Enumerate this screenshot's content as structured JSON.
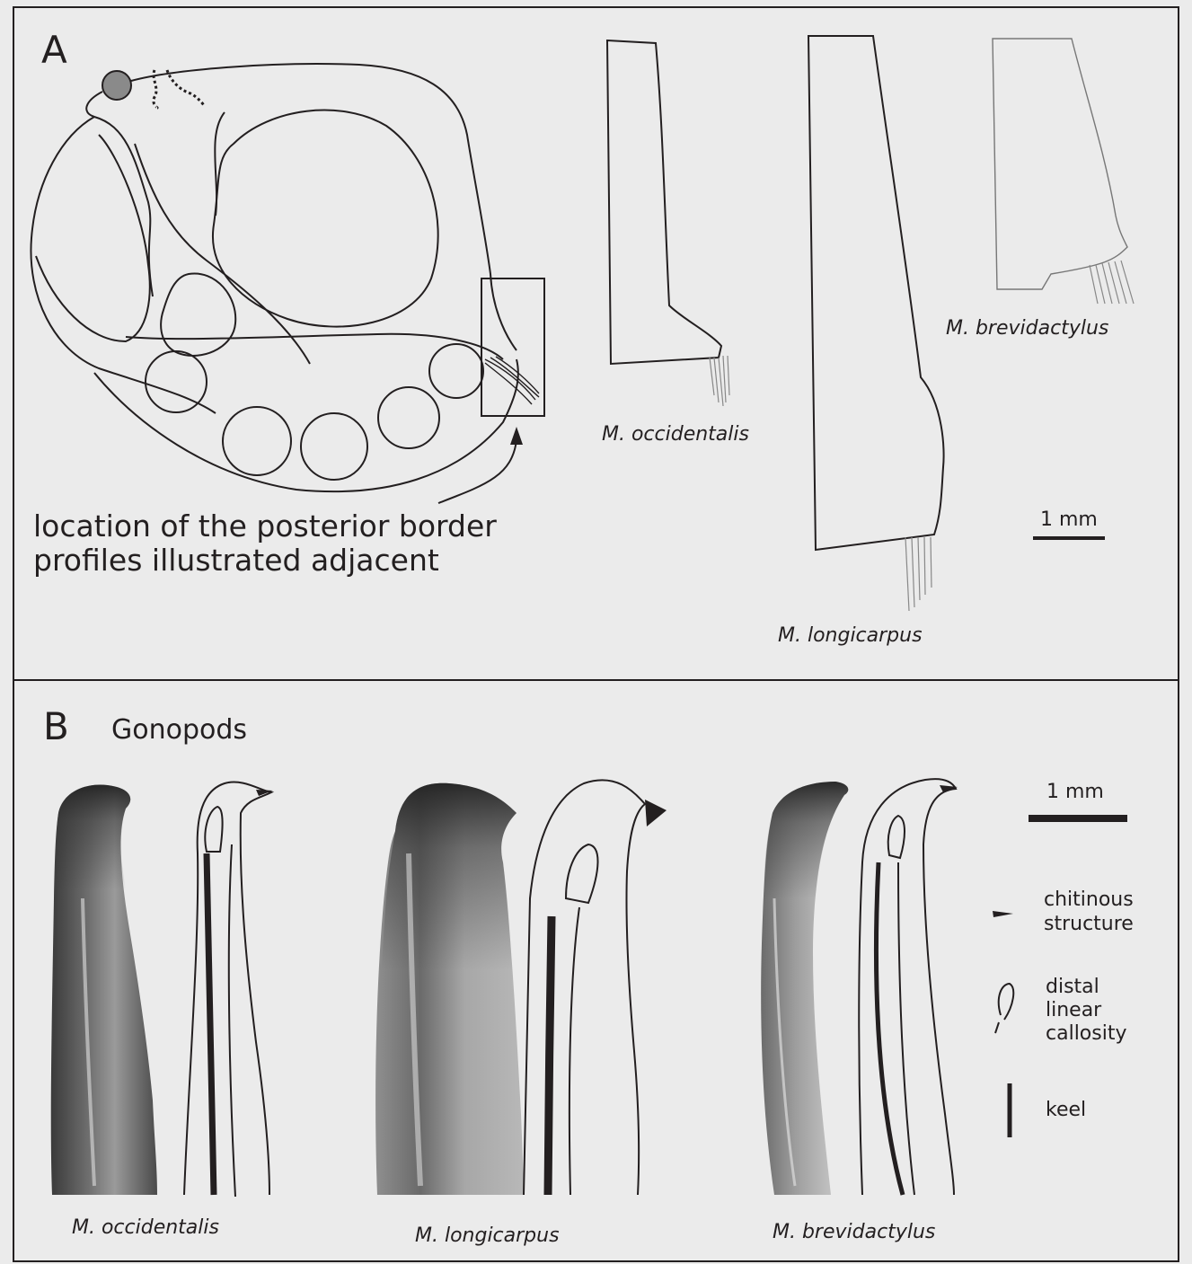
{
  "panel_a": {
    "letter": "A",
    "location_note_line1": "location of the posterior border",
    "location_note_line2": "profiles illustrated adjacent",
    "species_1": "M. occidentalis",
    "species_2": "M. longicarpus",
    "species_3": "M. brevidactylus",
    "scale_label": "1 mm"
  },
  "panel_b": {
    "letter": "B",
    "heading": "Gonopods",
    "scale_label": "1 mm",
    "species_1": "M. occidentalis",
    "species_2": "M. longicarpus",
    "species_3": "M. brevidactylus",
    "legend": {
      "chitinous_1": "chitinous",
      "chitinous_2": "structure",
      "callosity_1": "distal",
      "callosity_2": "linear",
      "callosity_3": "callosity",
      "keel": "keel"
    }
  },
  "colors": {
    "background": "#ebebeb",
    "line": "#231f20",
    "grey_fill": "#8a8a8a"
  }
}
